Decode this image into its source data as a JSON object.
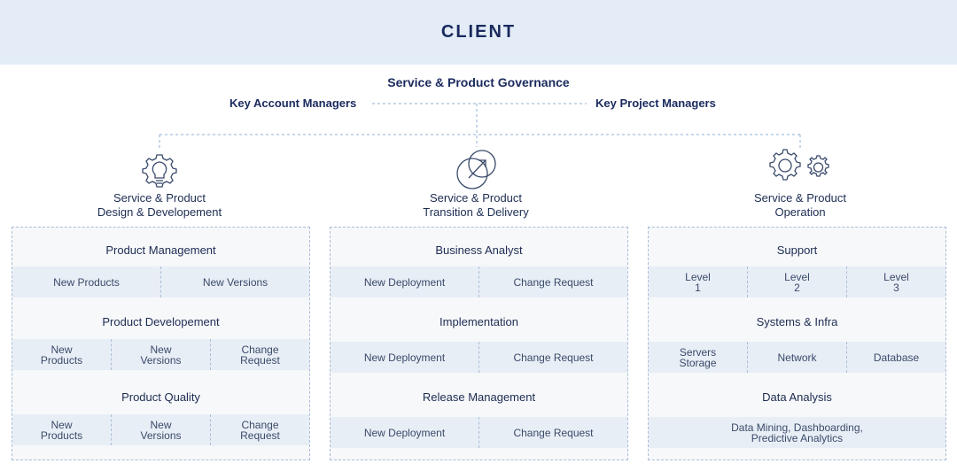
{
  "client": {
    "title": "CLIENT"
  },
  "governance": {
    "title": "Service & Product Governance",
    "left": "Key Account Managers",
    "right": "Key Project Managers"
  },
  "columns": [
    {
      "icon": "lightbulb-gear-icon",
      "title_line1": "Service & Product",
      "title_line2": "Design & Developement",
      "sections": [
        {
          "title": "Product Management",
          "items": [
            [
              "New Products"
            ],
            [
              "New Versions"
            ]
          ]
        },
        {
          "title": "Product Developement",
          "items": [
            [
              "New",
              "Products"
            ],
            [
              "New",
              "Versions"
            ],
            [
              "Change",
              "Request"
            ]
          ]
        },
        {
          "title": "Product Quality",
          "items": [
            [
              "New",
              "Products"
            ],
            [
              "New",
              "Versions"
            ],
            [
              "Change",
              "Request"
            ]
          ]
        }
      ]
    },
    {
      "icon": "transition-arrow-icon",
      "title_line1": "Service & Product",
      "title_line2": "Transition & Delivery",
      "sections": [
        {
          "title": "Business Analyst",
          "items": [
            [
              "New Deployment"
            ],
            [
              "Change Request"
            ]
          ]
        },
        {
          "title": "Implementation",
          "items": [
            [
              "New Deployment"
            ],
            [
              "Change Request"
            ]
          ]
        },
        {
          "title": "Release Management",
          "items": [
            [
              "New Deployment"
            ],
            [
              "Change Request"
            ]
          ]
        }
      ]
    },
    {
      "icon": "gears-icon",
      "title_line1": "Service & Product",
      "title_line2": "Operation",
      "sections": [
        {
          "title": "Support",
          "items": [
            [
              "Level",
              "1"
            ],
            [
              "Level",
              "2"
            ],
            [
              "Level",
              "3"
            ]
          ]
        },
        {
          "title": "Systems & Infra",
          "items": [
            [
              "Servers",
              "Storage"
            ],
            [
              "Network"
            ],
            [
              "Database"
            ]
          ]
        },
        {
          "title": "Data Analysis",
          "items": [
            [
              "Data Mining, Dashboarding,",
              "Predictive Analytics"
            ]
          ]
        }
      ]
    }
  ]
}
